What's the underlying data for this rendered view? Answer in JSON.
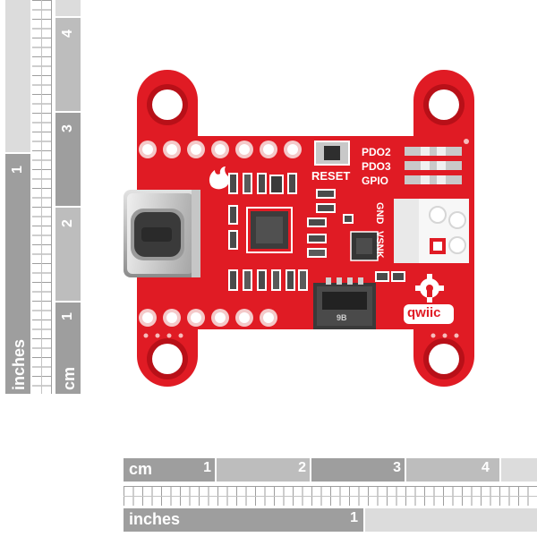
{
  "ruler_bottom": {
    "cm_label": "cm",
    "cm_numbers": [
      "1",
      "2",
      "3",
      "4"
    ],
    "inches_label": "inches",
    "inch_numbers": [
      "1"
    ]
  },
  "ruler_left": {
    "cm_label": "cm",
    "cm_numbers": [
      "1",
      "2",
      "3",
      "4"
    ],
    "inches_label": "inches",
    "inch_numbers": [
      "1"
    ]
  },
  "board": {
    "reset_label": "RESET",
    "pdo2_label": "PDO2",
    "pdo3_label": "PDO3",
    "gpio_label": "GPIO",
    "gnd_label": "GND",
    "vsnk_label": "VSNK",
    "qwiic_logo": "qwiic",
    "usb_port_label": "9B",
    "pcb_color": "#e01b24",
    "silkscreen_color": "#ffffff"
  }
}
